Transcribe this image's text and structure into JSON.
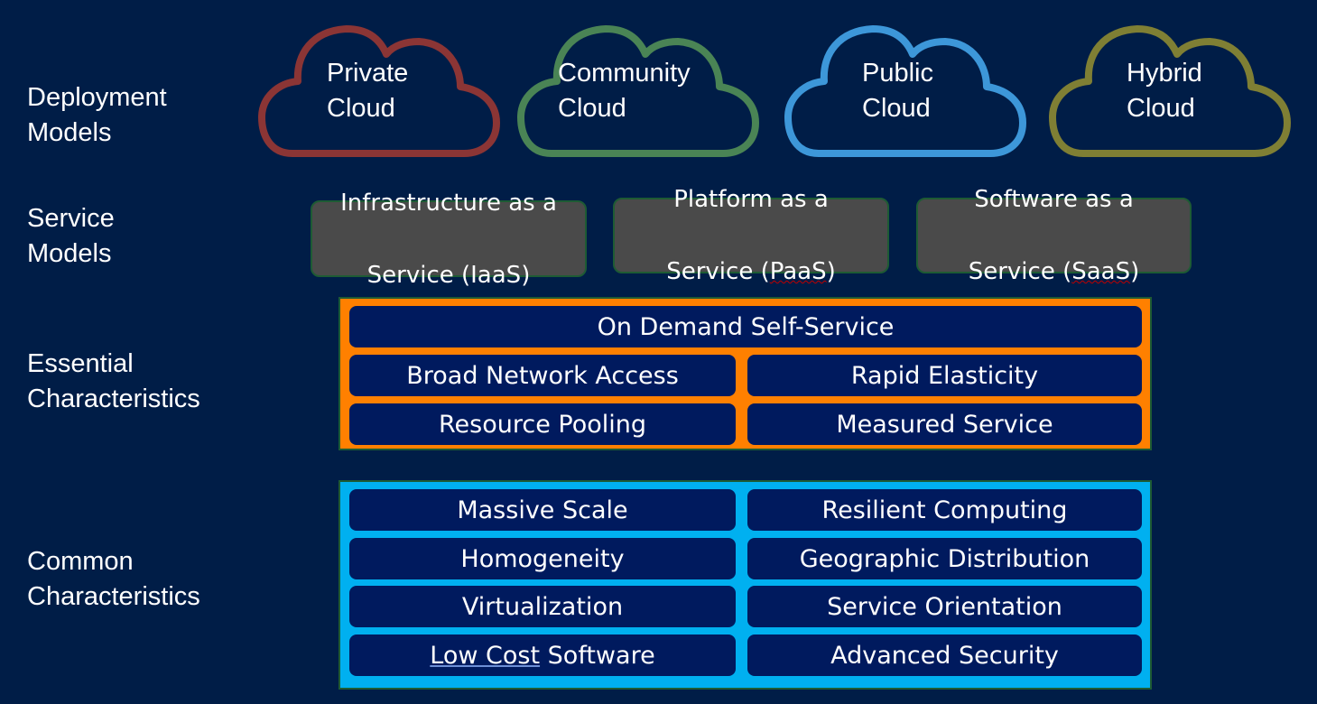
{
  "row_labels": {
    "deployment": "Deployment\nModels",
    "service": "Service\nModels",
    "essential": "Essential\nCharacteristics",
    "common": "Common\nCharacteristics"
  },
  "deployment_models": [
    {
      "label": "Private\nCloud",
      "color": "#8b3535",
      "icon": "cloud-icon"
    },
    {
      "label": "Community\nCloud",
      "color": "#4a8455",
      "icon": "cloud-icon"
    },
    {
      "label": "Public\nCloud",
      "color": "#3d97d9",
      "icon": "cloud-icon"
    },
    {
      "label": "Hybrid\nCloud",
      "color": "#7f7f34",
      "icon": "cloud-icon"
    }
  ],
  "service_models": [
    {
      "line1": "Infrastructure as a",
      "line2_pre": "Service (",
      "abbr": "IaaS",
      "line2_post": ")"
    },
    {
      "line1": "Platform as a",
      "line2_pre": "Service (",
      "abbr": "PaaS",
      "line2_post": ")"
    },
    {
      "line1": "Software as a",
      "line2_pre": "Service (",
      "abbr": "SaaS",
      "line2_post": ")"
    }
  ],
  "essential_characteristics": {
    "top": "On Demand Self-Service",
    "grid": [
      "Broad Network Access",
      "Rapid Elasticity",
      "Resource Pooling",
      "Measured Service"
    ],
    "border_color": "#ff8000"
  },
  "common_characteristics": {
    "grid": [
      "Massive Scale",
      "Resilient Computing",
      "Homogeneity",
      "Geographic Distribution",
      "Virtualization",
      "Service Orientation"
    ],
    "last_left_underlined": "Low Cost",
    "last_left_rest": " Software",
    "last_right": "Advanced Security",
    "border_color": "#00b0f0"
  }
}
